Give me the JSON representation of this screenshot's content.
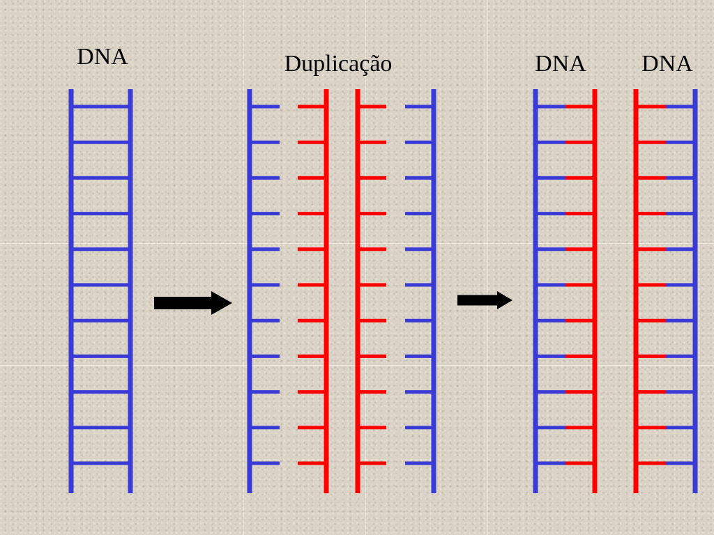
{
  "labels": {
    "dna_original": "DNA",
    "duplication": "Duplicação",
    "dna_copy_1": "DNA",
    "dna_copy_2": "DNA"
  },
  "colors": {
    "original_strand": "#3a3ad6",
    "new_strand": "#ff0000",
    "arrow": "#000000"
  },
  "rungs_per_strand": 11
}
